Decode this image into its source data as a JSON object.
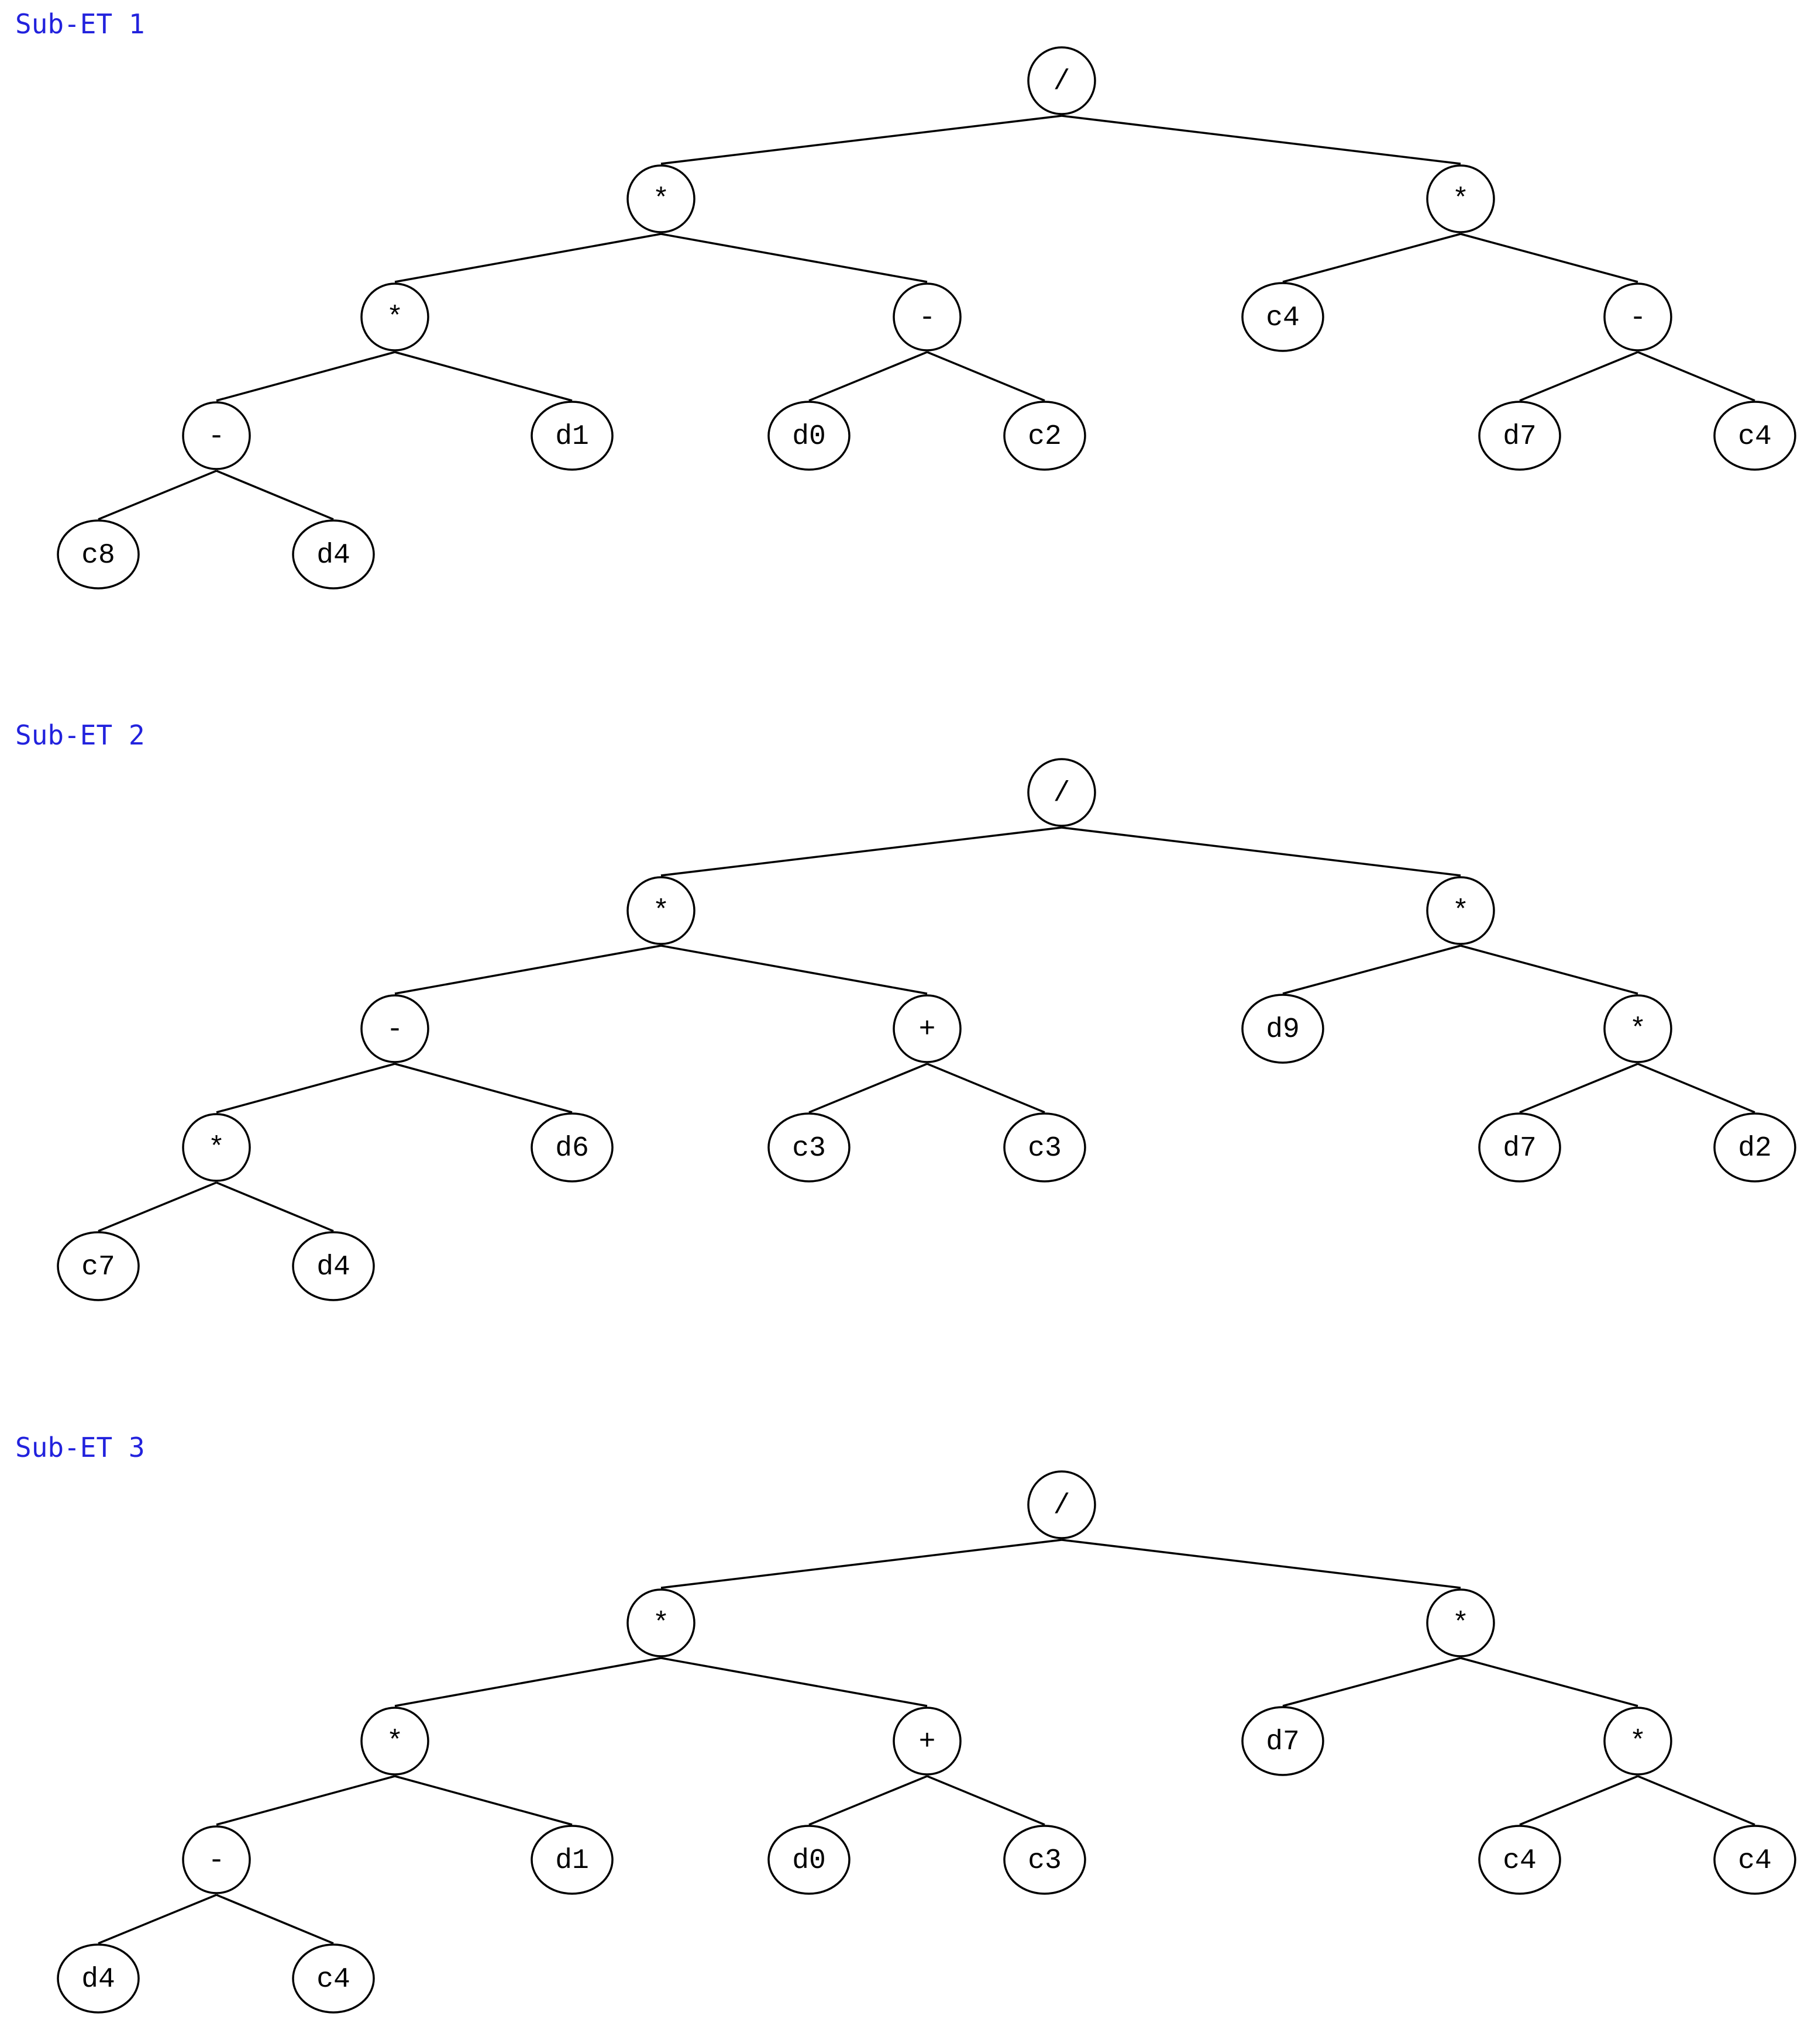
{
  "trees": [
    {
      "title": "Sub-ET 1",
      "root": "/",
      "left": {
        "op": "*",
        "left": {
          "op": "*",
          "left": {
            "op": "-",
            "left": "c8",
            "right": "d4"
          },
          "right": "d1"
        },
        "right": {
          "op": "-",
          "left": "d0",
          "right": "c2"
        }
      },
      "right": {
        "op": "*",
        "left": "c4",
        "right": {
          "op": "-",
          "left": "d7",
          "right": "c4"
        }
      }
    },
    {
      "title": "Sub-ET 2",
      "root": "/",
      "left": {
        "op": "*",
        "left": {
          "op": "-",
          "left": {
            "op": "*",
            "left": "c7",
            "right": "d4"
          },
          "right": "d6"
        },
        "right": {
          "op": "+",
          "left": "c3",
          "right": "c3"
        }
      },
      "right": {
        "op": "*",
        "left": "d9",
        "right": {
          "op": "*",
          "left": "d7",
          "right": "d2"
        }
      }
    },
    {
      "title": "Sub-ET 3",
      "root": "/",
      "left": {
        "op": "*",
        "left": {
          "op": "*",
          "left": {
            "op": "-",
            "left": "d4",
            "right": "c4"
          },
          "right": "d1"
        },
        "right": {
          "op": "+",
          "left": "d0",
          "right": "c3"
        }
      },
      "right": {
        "op": "*",
        "left": "d7",
        "right": {
          "op": "*",
          "left": "c4",
          "right": "c4"
        }
      }
    }
  ]
}
